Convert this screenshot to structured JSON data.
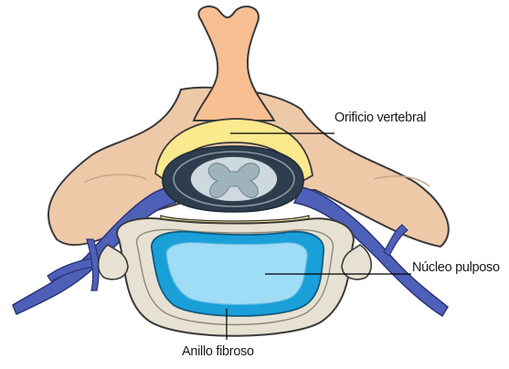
{
  "labels": {
    "orificio": "Orificio vertebral",
    "nucleo": "Núcleo pulposo",
    "anillo": "Anillo fibroso"
  },
  "colors": {
    "spinous_process": "#f8bf93",
    "vertebral_arch": "#eec9a8",
    "ligament": "#fbe98e",
    "canal": "#2e3d4d",
    "spinal_cord": "#cdd9de",
    "grey_matter": "#9fb3ba",
    "nerve": "#4e60b8",
    "vertebral_body": "#e6e1d2",
    "annulus": "#1a9fd8",
    "nucleus": "#9fdcf6",
    "outline": "#3a3a3a"
  }
}
